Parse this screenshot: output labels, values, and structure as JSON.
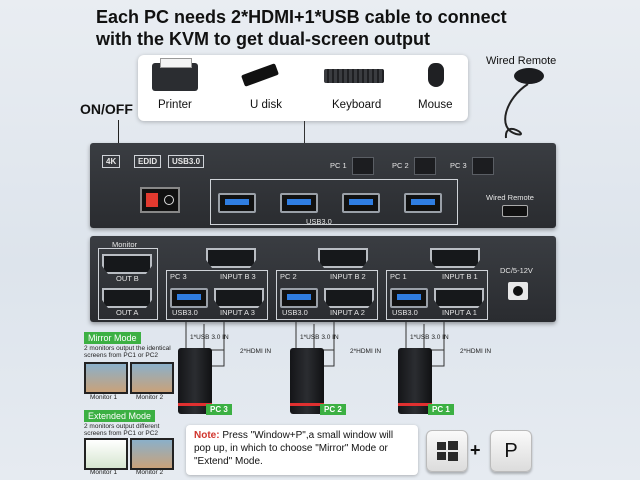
{
  "headline": {
    "line1": "Each PC needs 2*HDMI+1*USB cable to connect",
    "line2": "with the KVM to get dual-screen output"
  },
  "wired_remote_top": "Wired Remote",
  "peripherals": [
    {
      "label": "Printer",
      "icon": "printer-icon"
    },
    {
      "label": "U disk",
      "icon": "usb-drive-icon"
    },
    {
      "label": "Keyboard",
      "icon": "keyboard-icon"
    },
    {
      "label": "Mouse",
      "icon": "mouse-icon"
    }
  ],
  "onoff": "ON/OFF",
  "front": {
    "badges": [
      "4K",
      "EDID",
      "USB3.0"
    ],
    "pc_buttons": [
      "PC 1",
      "PC 2",
      "PC 3"
    ],
    "usb_label": "USB3.0",
    "wired_remote": "Wired Remote"
  },
  "back": {
    "monitor_label": "Monitor",
    "out_b": "OUT B",
    "out_a": "OUT A",
    "dc": "DC/5-12V",
    "groups": [
      {
        "pc": "PC 3",
        "input_b": "INPUT B 3",
        "usb": "USB3.0",
        "input_a": "INPUT A 3"
      },
      {
        "pc": "PC 2",
        "input_b": "INPUT B 2",
        "usb": "USB3.0",
        "input_a": "INPUT A 2"
      },
      {
        "pc": "PC 1",
        "input_b": "INPUT B 1",
        "usb": "USB3.0",
        "input_a": "INPUT A 1"
      }
    ]
  },
  "cables": {
    "usb": "1*USB 3.0 IN",
    "hdmi": "2*HDMI IN"
  },
  "pcs": [
    "PC 3",
    "PC 2",
    "PC 1"
  ],
  "mirror": {
    "title": "Mirror Mode",
    "desc": "2 monitors output the identical screens from PC1 or PC2",
    "m1": "Monitor 1",
    "m2": "Monitor 2"
  },
  "extended": {
    "title": "Extended Mode",
    "desc": "2 monitors output different screens from PC1 or PC2",
    "m1": "Monitor 1",
    "m2": "Monitor 2"
  },
  "note": {
    "prefix": "Note:",
    "text": " Press \"Window+P\",a small window will pop up, in which to choose \"Mirror\" Mode or \"Extend\" Mode."
  },
  "keys": {
    "plus": "+",
    "p": "P"
  }
}
